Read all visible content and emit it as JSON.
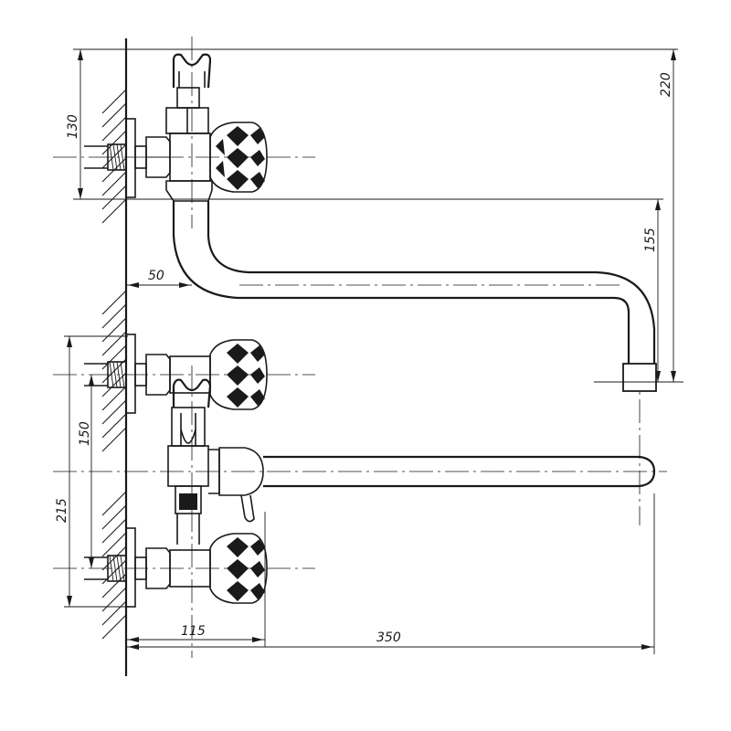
{
  "drawing": {
    "dimensions": {
      "d130": "130",
      "d220": "220",
      "d155": "155",
      "d50": "50",
      "d150": "150",
      "d215": "215",
      "d115": "115",
      "d350": "350"
    },
    "colors": {
      "line": "#1a1a1a",
      "background": "#ffffff"
    }
  }
}
